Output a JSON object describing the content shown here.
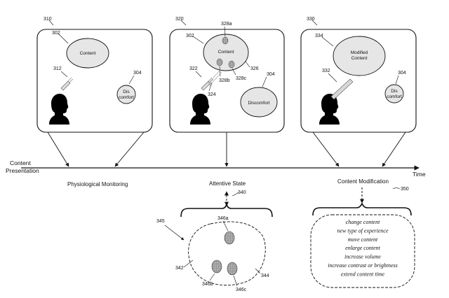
{
  "panels": [
    {
      "ref": "310",
      "content_ref": "302",
      "content_label": "Content",
      "sensor_ref": "312",
      "discomfort_ref": "304",
      "discomfort_line1": "Dis",
      "discomfort_line2": "comfort"
    },
    {
      "ref": "320",
      "content_ref": "302",
      "content_label": "Content",
      "dot_a_ref": "328a",
      "dot_b_ref": "328b",
      "dot_c_ref": "328c",
      "content_outline_ref": "326",
      "sensor_ref": "322",
      "signal_ref": "324",
      "discomfort_ref": "304",
      "discomfort_label": "Discomfort"
    },
    {
      "ref": "330",
      "content_ref": "334",
      "content_line1": "Modified",
      "content_line2": "Content",
      "sensor_ref": "332",
      "discomfort_ref": "304",
      "discomfort_line1": "Dis",
      "discomfort_line2": "comfort"
    }
  ],
  "timeline": {
    "start_line1": "Content",
    "start_line2": "Presentation",
    "end_label": "Time"
  },
  "stages": {
    "monitoring": "Physiological Monitoring",
    "attentive": "Attentive State",
    "attentive_ref": "340",
    "modification": "Content Modification",
    "modification_ref": "350"
  },
  "attention_diagram": {
    "ref": "345",
    "region_ref": "342",
    "outline_ref": "344",
    "dot_a_ref": "346a",
    "dot_b_ref": "346b",
    "dot_c_ref": "346c"
  },
  "modification_list": [
    "change content",
    "new type of experience",
    "move content",
    "enlarge content",
    "increase volume",
    "increase contrast or brightness",
    "extend content time"
  ],
  "colors": {
    "bubble_fill": "#e6e6e6",
    "dot_fill": "#9a9a9a",
    "ink": "#111111"
  }
}
